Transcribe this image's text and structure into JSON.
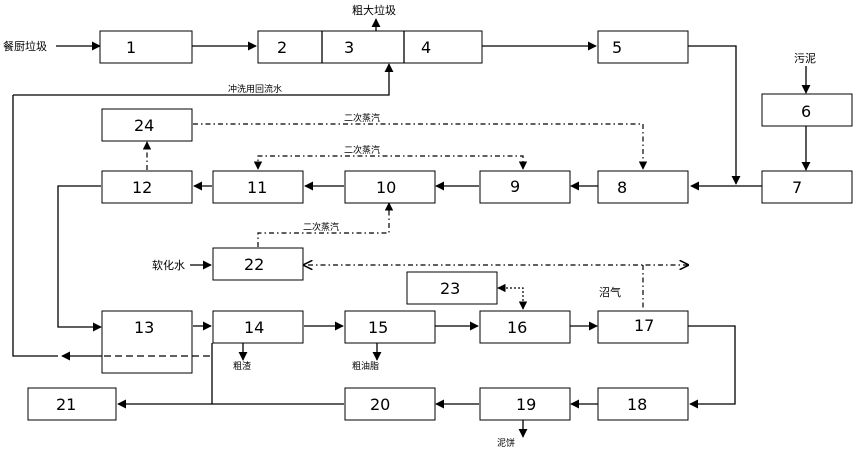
{
  "boxes": {
    "b1": "1",
    "b2": "2",
    "b3": "3",
    "b4": "4",
    "b5": "5",
    "b6": "6",
    "b7": "7",
    "b8": "8",
    "b9": "9",
    "b10": "10",
    "b11": "11",
    "b12": "12",
    "b13": "13",
    "b14": "14",
    "b15": "15",
    "b16": "16",
    "b17": "17",
    "b18": "18",
    "b19": "19",
    "b20": "20",
    "b21": "21",
    "b22": "22",
    "b23": "23",
    "b24": "24"
  },
  "labels": {
    "kitchen_waste": "餐厨垃圾",
    "coarse_garbage": "粗大垃圾",
    "sludge": "污泥",
    "rinse_water": "冲洗用回流水",
    "secondary_steam_a": "二次蒸汽",
    "secondary_steam_b": "二次蒸汽",
    "secondary_steam_c": "二次蒸汽",
    "soft_water": "软化水",
    "biogas": "沼气",
    "crude_residue": "粗渣",
    "crude_oil": "粗油脂",
    "sludge_cake": "泥饼"
  }
}
